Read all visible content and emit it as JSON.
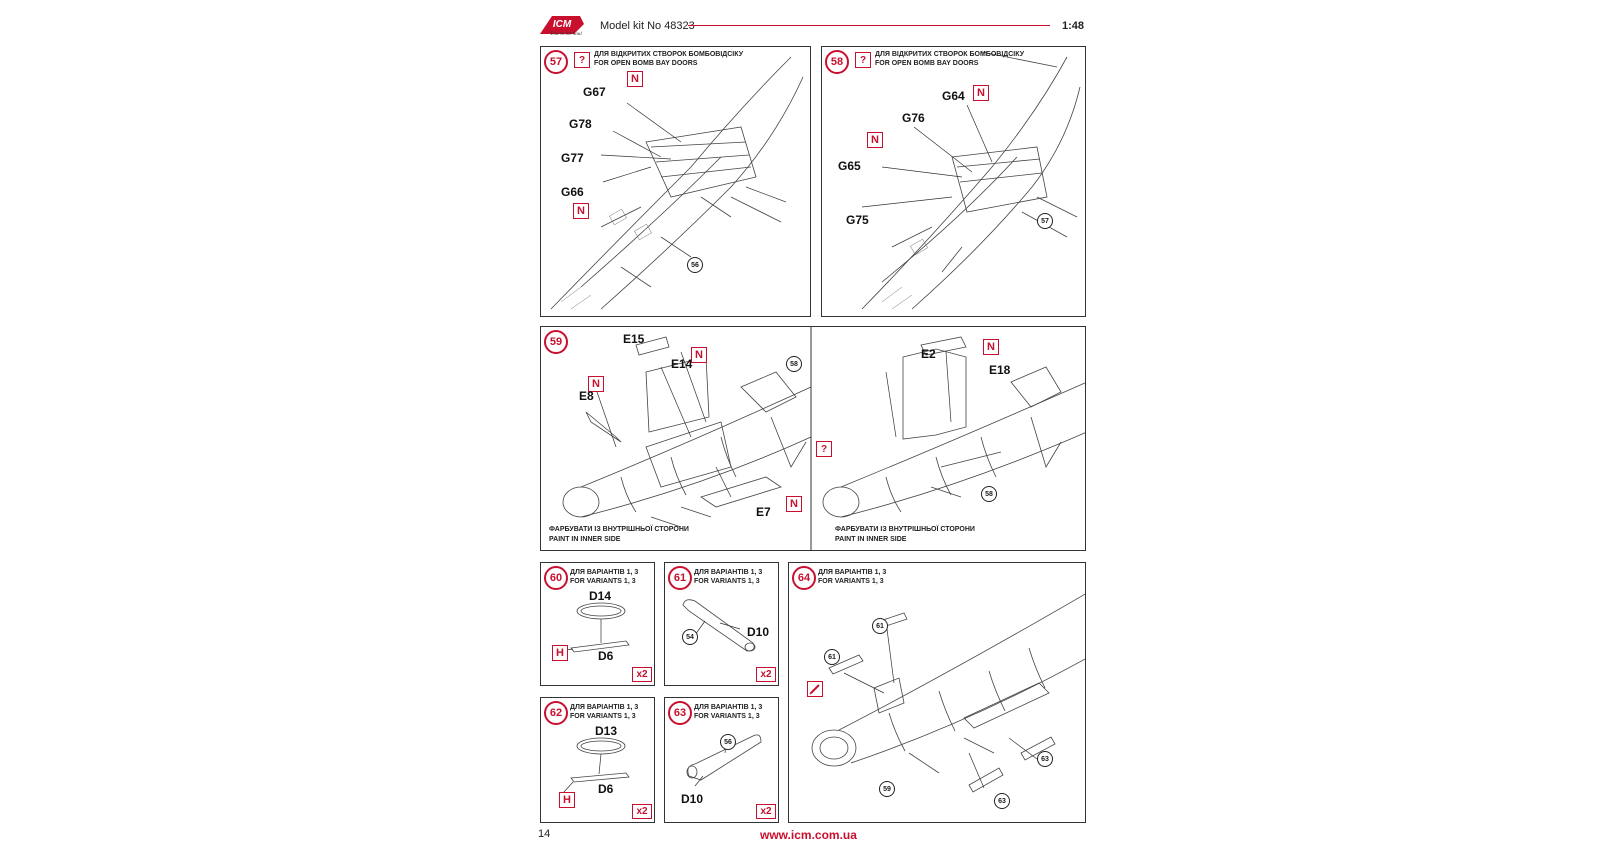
{
  "header": {
    "brand": "ICM",
    "tagline": "True to the Soul",
    "model_kit": "Model kit No 48323",
    "scale": "1:48"
  },
  "footer": {
    "page_number": "14",
    "website": "www.icm.com.ua"
  },
  "colors": {
    "accent_red": "#c8102e",
    "line": "#333333"
  },
  "icons": {
    "question": "?",
    "paint": "paint-icon"
  },
  "steps": {
    "s57": {
      "number": "57",
      "q_mark": "?",
      "note_ua": "ДЛЯ ВІДКРИТИХ СТВОРОК БОМБОВІДСІКУ",
      "note_en": "FOR OPEN BOMB BAY DOORS",
      "parts": [
        "G67",
        "G78",
        "G77",
        "G66"
      ],
      "n_label": "N",
      "ref": "56"
    },
    "s58": {
      "number": "58",
      "q_mark": "?",
      "note_ua": "ДЛЯ ВІДКРИТИХ СТВОРОК БОМБОВІДСІКУ",
      "note_en": "FOR OPEN BOMB BAY DOORS",
      "parts": [
        "G64",
        "G76",
        "G65",
        "G75"
      ],
      "n_label": "N",
      "ref": "57"
    },
    "s59": {
      "number": "59",
      "parts_left": [
        "E15",
        "E14",
        "E8",
        "E7"
      ],
      "parts_right": [
        "E2",
        "E18"
      ],
      "n_label": "N",
      "q_mark": "?",
      "ref_left": "58",
      "ref_right": "58",
      "note_ua": "ФАРБУВАТИ ІЗ ВНУТРІШНЬОЇ СТОРОНИ",
      "note_en": "PAINT IN INNER SIDE"
    },
    "s60": {
      "number": "60",
      "note_ua": "ДЛЯ ВАРІАНТІВ 1, 3",
      "note_en": "FOR VARIANTS 1, 3",
      "parts": [
        "D14",
        "D6"
      ],
      "h_label": "H",
      "qty": "x2"
    },
    "s61": {
      "number": "61",
      "note_ua": "ДЛЯ ВАРІАНТІВ 1, 3",
      "note_en": "FOR VARIANTS 1, 3",
      "parts": [
        "D10"
      ],
      "ref": "54",
      "qty": "x2"
    },
    "s62": {
      "number": "62",
      "note_ua": "ДЛЯ ВАРІАНТІВ 1, 3",
      "note_en": "FOR VARIANTS 1, 3",
      "parts": [
        "D13",
        "D6"
      ],
      "h_label": "H",
      "qty": "x2"
    },
    "s63": {
      "number": "63",
      "note_ua": "ДЛЯ ВАРІАНТІВ 1, 3",
      "note_en": "FOR VARIANTS 1, 3",
      "parts": [
        "D10"
      ],
      "ref": "56",
      "qty": "x2"
    },
    "s64": {
      "number": "64",
      "note_ua": "ДЛЯ ВАРІАНТІВ 1, 3",
      "note_en": "FOR VARIANTS 1, 3",
      "refs": [
        "61",
        "61",
        "59",
        "63",
        "63"
      ]
    }
  }
}
